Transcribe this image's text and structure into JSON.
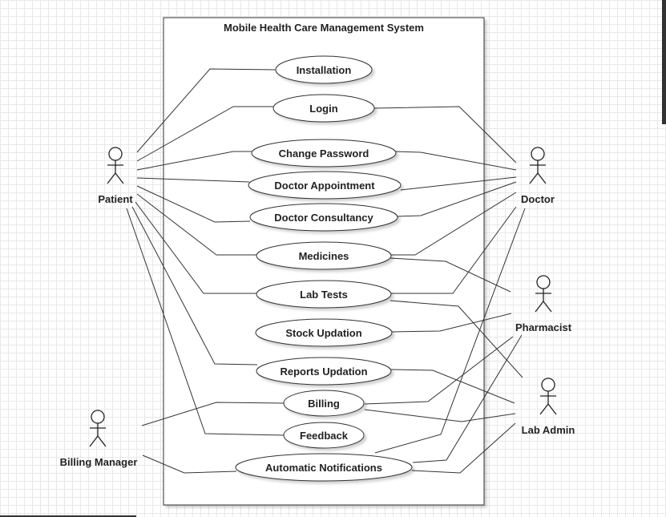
{
  "diagram": {
    "system_title": "Mobile Health Care Management System",
    "use_cases": [
      {
        "id": "installation",
        "label": "Installation"
      },
      {
        "id": "login",
        "label": "Login"
      },
      {
        "id": "change_password",
        "label": "Change Password"
      },
      {
        "id": "doctor_appointment",
        "label": "Doctor Appointment"
      },
      {
        "id": "doctor_consultancy",
        "label": "Doctor Consultancy"
      },
      {
        "id": "medicines",
        "label": "Medicines"
      },
      {
        "id": "lab_tests",
        "label": "Lab Tests"
      },
      {
        "id": "stock_updation",
        "label": "Stock Updation"
      },
      {
        "id": "reports_updation",
        "label": "Reports Updation"
      },
      {
        "id": "billing",
        "label": "Billing"
      },
      {
        "id": "feedback",
        "label": "Feedback"
      },
      {
        "id": "automatic_notifications",
        "label": "Automatic Notifications"
      }
    ],
    "actors": [
      {
        "id": "patient",
        "label": "Patient"
      },
      {
        "id": "doctor",
        "label": "Doctor"
      },
      {
        "id": "pharmacist",
        "label": "Pharmacist"
      },
      {
        "id": "lab_admin",
        "label": "Lab Admin"
      },
      {
        "id": "billing_manager",
        "label": "Billing Manager"
      }
    ],
    "associations": [
      [
        "patient",
        "installation"
      ],
      [
        "patient",
        "login"
      ],
      [
        "patient",
        "change_password"
      ],
      [
        "patient",
        "doctor_appointment"
      ],
      [
        "patient",
        "doctor_consultancy"
      ],
      [
        "patient",
        "medicines"
      ],
      [
        "patient",
        "lab_tests"
      ],
      [
        "patient",
        "reports_updation"
      ],
      [
        "patient",
        "feedback"
      ],
      [
        "doctor",
        "login"
      ],
      [
        "doctor",
        "change_password"
      ],
      [
        "doctor",
        "doctor_appointment"
      ],
      [
        "doctor",
        "doctor_consultancy"
      ],
      [
        "doctor",
        "medicines"
      ],
      [
        "doctor",
        "lab_tests"
      ],
      [
        "doctor",
        "automatic_notifications"
      ],
      [
        "pharmacist",
        "medicines"
      ],
      [
        "pharmacist",
        "stock_updation"
      ],
      [
        "pharmacist",
        "billing"
      ],
      [
        "pharmacist",
        "automatic_notifications"
      ],
      [
        "lab_admin",
        "lab_tests"
      ],
      [
        "lab_admin",
        "reports_updation"
      ],
      [
        "lab_admin",
        "billing"
      ],
      [
        "lab_admin",
        "automatic_notifications"
      ],
      [
        "billing_manager",
        "billing"
      ],
      [
        "billing_manager",
        "automatic_notifications"
      ]
    ]
  }
}
